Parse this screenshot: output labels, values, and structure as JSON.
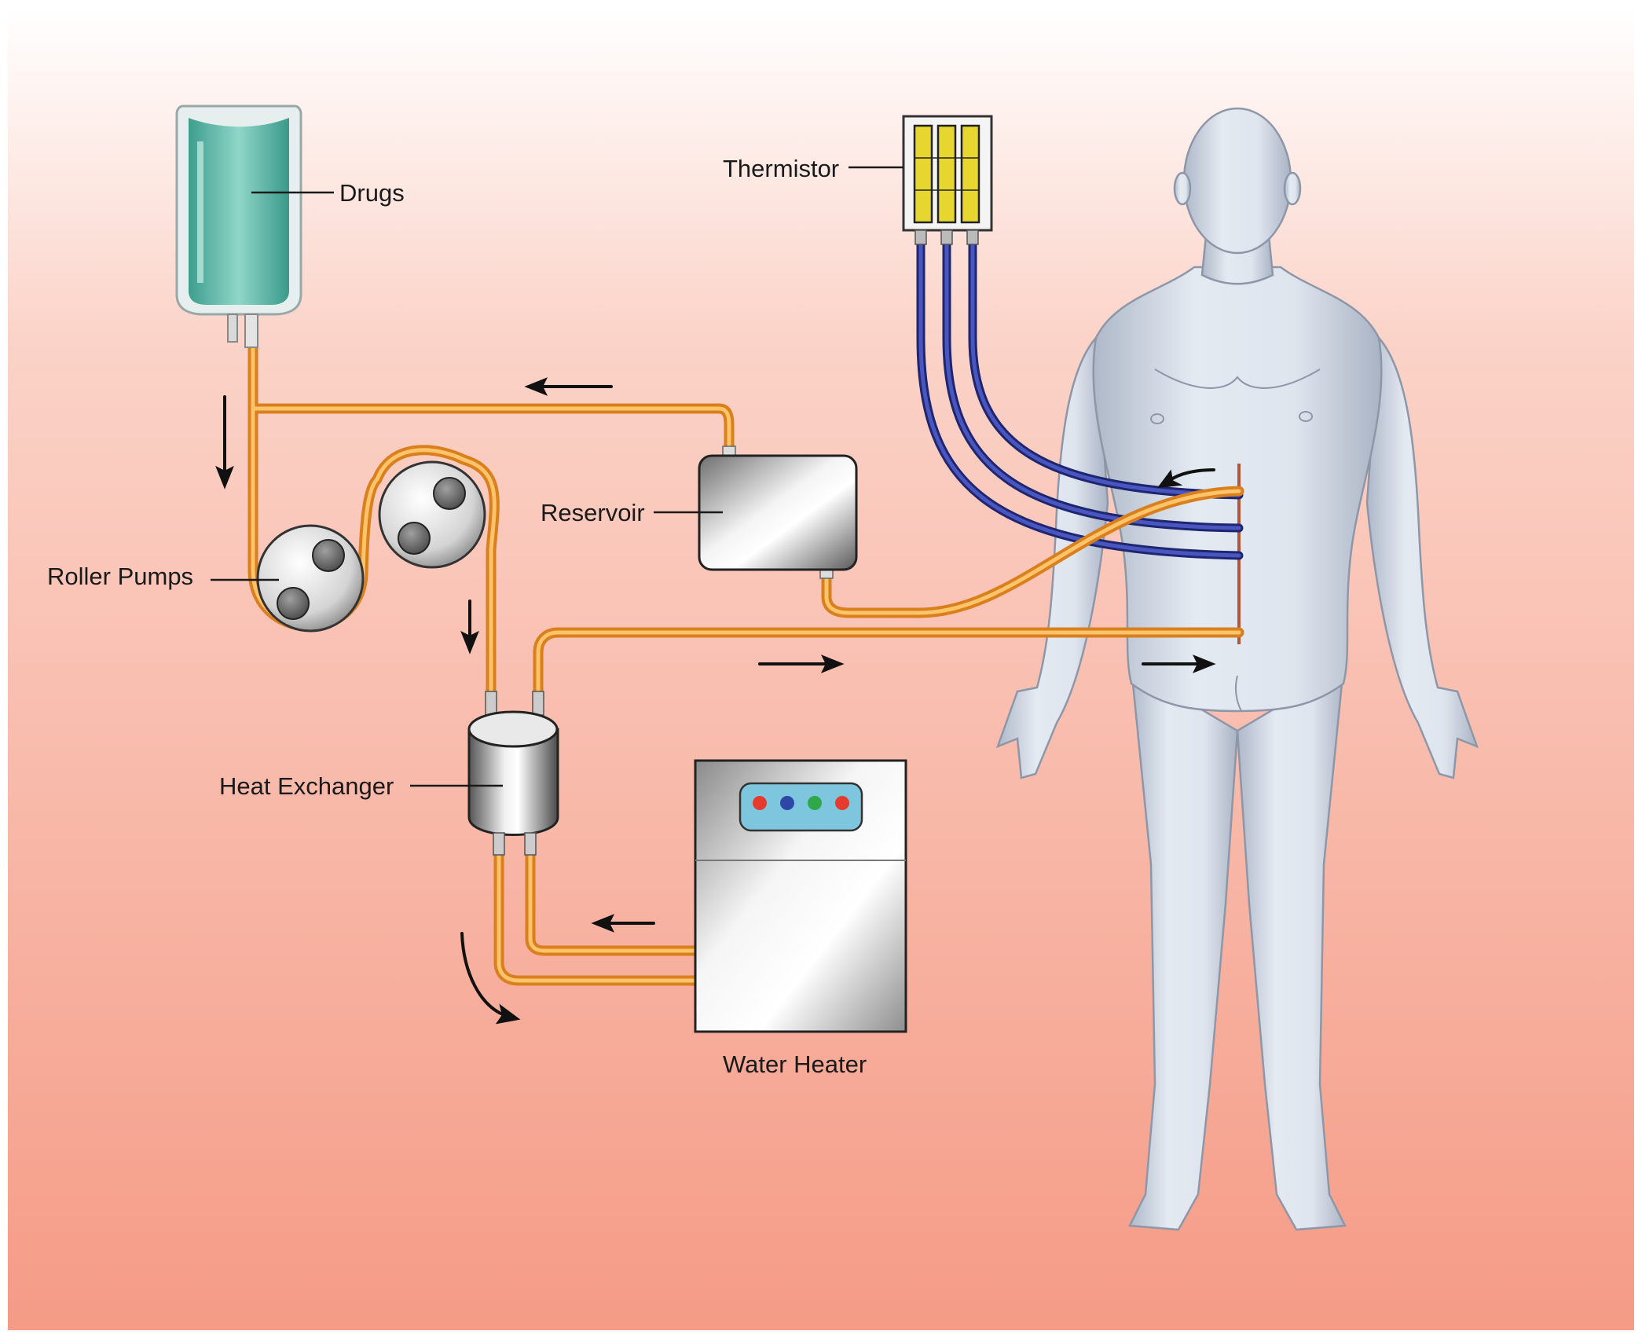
{
  "labels": {
    "drugs": "Drugs",
    "thermistor": "Thermistor",
    "reservoir": "Reservoir",
    "roller_pumps": "Roller Pumps",
    "heat_exchanger": "Heat Exchanger",
    "water_heater": "Water Heater"
  },
  "colors": {
    "background_top": "#ffffff",
    "background_bottom": "#f59b86",
    "tubing": "#f2a23c",
    "tubing_highlight": "#ffd98a",
    "thermistor_wire": "#2f3a8f",
    "thermistor_element": "#e8d630",
    "drug_fluid": "#4fb3a2",
    "body": "#d3dbe8",
    "heater_panel": "#7ec6dd",
    "indicator_lights": [
      "#e53b2e",
      "#2d46a8",
      "#2fa84a",
      "#e53b2e"
    ]
  },
  "icons": [
    "arrow-left-icon",
    "arrow-down-icon",
    "arrow-right-icon",
    "curved-arrow-icon"
  ]
}
